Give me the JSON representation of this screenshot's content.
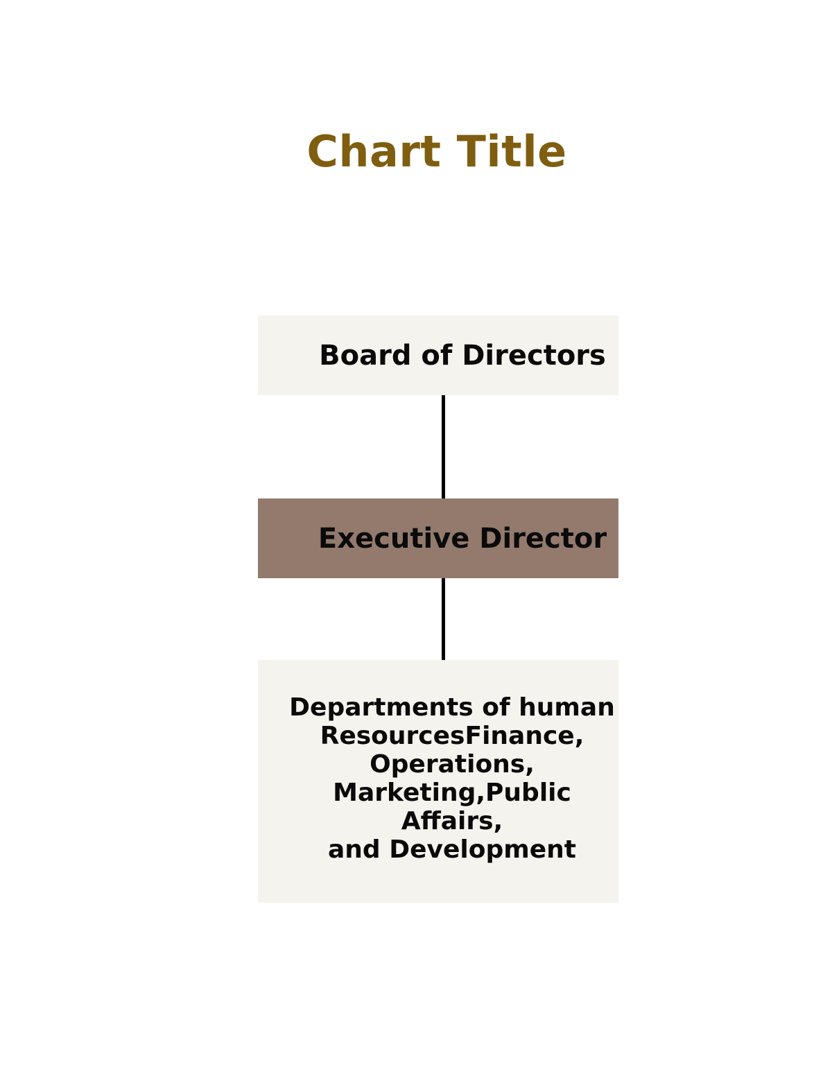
{
  "title": "Chart Title",
  "colors": {
    "title": "#7f5e10",
    "box_light": "#f5f3ee",
    "box_accent": "#937a6d",
    "connector": "#000000"
  },
  "nodes": [
    {
      "id": "board",
      "label": "Board of Directors"
    },
    {
      "id": "executive",
      "label": "Executive Director"
    },
    {
      "id": "departments",
      "label": "Departments of human\nResourcesFinance,\nOperations,\nMarketing,Public Affairs,\nand Development"
    }
  ],
  "edges": [
    {
      "from": "board",
      "to": "executive"
    },
    {
      "from": "executive",
      "to": "departments"
    }
  ]
}
